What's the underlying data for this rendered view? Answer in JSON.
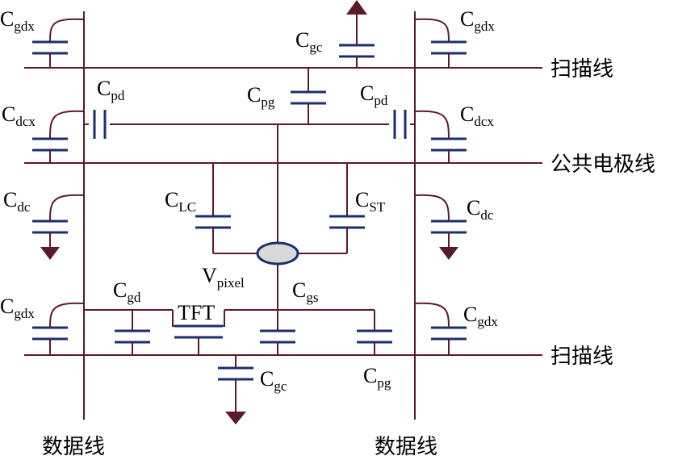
{
  "lines": {
    "scan": "扫描线",
    "common": "公共电极线",
    "data": "数据线"
  },
  "labels": {
    "C": "C",
    "V": "V",
    "gdx": "gdx",
    "gc": "gc",
    "pd": "pd",
    "pg": "pg",
    "dcx": "dcx",
    "dc": "dc",
    "LC": "LC",
    "ST": "ST",
    "pixel": "pixel",
    "gd": "gd",
    "gs": "gs",
    "tft": "TFT"
  },
  "colors": {
    "wire": "#5a1a2a",
    "capacitor": "#1c2e6e",
    "pixel_node": "#d9d9d9"
  }
}
